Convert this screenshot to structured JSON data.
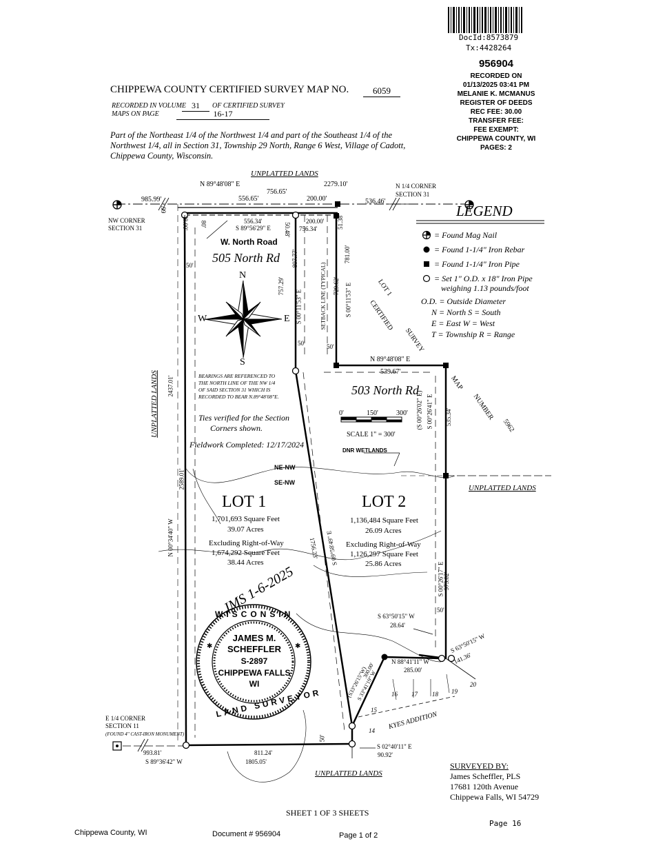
{
  "header": {
    "barcode_doc_id": "DocId:8573879",
    "barcode_tx": "Tx:4428264",
    "recording": {
      "document_number": "956904",
      "recorded_on_label": "RECORDED ON",
      "recorded_datetime": "01/13/2025 03:41 PM",
      "register_name": "MELANIE K. MCMANUS",
      "register_title": "REGISTER OF DEEDS",
      "rec_fee": "REC FEE: 30.00",
      "transfer_fee": "TRANSFER FEE:",
      "fee_exempt": "FEE EXEMPT:",
      "county": "CHIPPEWA COUNTY, WI",
      "pages": "PAGES: 2"
    },
    "title": "CHIPPEWA COUNTY CERTIFIED SURVEY MAP NO.",
    "map_number": "6059",
    "recorded_volume_label": "RECORDED IN VOLUME",
    "volume": "31",
    "of_csm_label": "OF CERTIFIED SURVEY",
    "maps_on_page_label": "MAPS ON PAGE",
    "pages_value": "16-17",
    "description": "Part of the Northeast 1/4 of the Northwest 1/4 and part of the Southeast 1/4 of the Northwest 1/4, all in Section 31, Township 29 North, Range 6 West, Village of Cadott, Chippewa County, Wisconsin."
  },
  "map": {
    "unplatted_top": "UNPLATTED LANDS",
    "unplatted_left": "UNPLATTED LANDS",
    "unplatted_right": "UNPLATTED LANDS",
    "unplatted_bottom": "UNPLATTED LANDS",
    "top_bearing": "N 89°48'08\" E",
    "top_total": "2279.10'",
    "top_756": "756.65'",
    "top_985": "985.99'",
    "top_556": "556.65'",
    "top_200": "200.00'",
    "top_536": "536.46'",
    "n_quarter_corner": "N 1/4 CORNER",
    "section31": "SECTION 31",
    "nw_corner": "NW CORNER",
    "nw_section": "SECTION 31",
    "dim_66": "66'",
    "dim_48": "48.00'",
    "dim_80": "80'",
    "dim_55634": "556.34'",
    "bearing_s895629": "S 89°56'29\" E",
    "dim_20000b": "200.00'",
    "dim_75634": "756.34'",
    "dim_5048": "50.48'",
    "dim_5138": "51.38'",
    "dim_78100": "781.00'",
    "road_name": "W. North Road",
    "handwritten_505": "505 North Rd",
    "handwritten_503": "503 North Rd",
    "dim_80777": "807.77'",
    "dim_75729": "757.29'",
    "bearing_s001153": "S 00°11'53\" E",
    "setback": "SETBACK LINE (TYPICAL)",
    "dim_72962": "729.62'",
    "bearing_s001153b": "S 00°11'53\" E",
    "dim_50a": "50'",
    "dim_50b": "50'",
    "dim_50c": "50'",
    "dim_50d": "50'",
    "dim_50e": "50'",
    "compass_n": "N",
    "compass_s": "S",
    "compass_e": "E",
    "compass_w": "W",
    "lot1_csm": "LOT 1",
    "certified": "CERTIFIED",
    "survey": "SURVEY",
    "map_word": "MAP",
    "number_word": "NUMBER",
    "num_5962": "5962",
    "bearing_n894808": "N 89°48'08\" E",
    "dim_53967": "539.67'",
    "bearing_s002602": "(S 00°26'02\" E)",
    "bearing_s002641": "S 00°26'41\" E",
    "dim_53534": "535.34'",
    "bearings_note": "BEARINGS ARE REFERENCED TO THE NORTH LINE OF THE NW 1/4 OF SAID SECTION 31 WHICH IS RECORDED TO BEAR N.89°48'08\"E.",
    "bearings_lines": [
      "BEARINGS ARE REFERENCED TO",
      "THE NORTH LINE OF THE NW 1/4",
      "OF SAID SECTION 31 WHICH IS",
      "RECORDED TO BEAR N.89°48'08\"E."
    ],
    "ties_note_1": "Ties verified for the Section",
    "ties_note_2": "Corners shown.",
    "fieldwork": "Fieldwork Completed: 12/17/2024",
    "scale_0": "0'",
    "scale_150": "150'",
    "scale_300": "300'",
    "scale_label": "SCALE 1\" = 300'",
    "dnr": "DNR WETLANDS",
    "ne_nw": "NE-NW",
    "se_nw": "SE-NW",
    "dim_243701": "2437.01'",
    "dim_258901": "2589.01'",
    "bearing_n003440": "N 00°34'40\" W",
    "lot1_label": "LOT 1",
    "lot1_sqft": "1,701,693 Square Feet",
    "lot1_acres": "39.07 Acres",
    "lot1_excl": "Excluding Right-of-Way",
    "lot1_excl_sqft": "1,674,292 Square Feet",
    "lot1_excl_acres": "38.44 Acres",
    "lot2_label": "LOT 2",
    "lot2_sqft": "1,136,484 Square Feet",
    "lot2_acres": "26.09 Acres",
    "lot2_excl": "Excluding Right-of-Way",
    "lot2_excl_sqft": "1,126,297 Square Feet",
    "lot2_excl_acres": "25.86 Acres",
    "dim_175623": "1756.23'",
    "bearing_s0958": "S 09°58'49\" E",
    "bearing_s002617": "S 00°26'17\" E",
    "dim_97302": "973.02'",
    "bearing_s635015": "S 63°50'15\" W",
    "dim_2864": "28.64'",
    "bearing_s635015b": "S 63°50'15\" W",
    "dim_14136": "141.36'",
    "bearing_n884111": "N 88°41'11\" W",
    "dim_28500": "285.00'",
    "bearing_s334119": "S 33°41'19\" W",
    "dim_30000": "300.00'",
    "bearing_s332615": "(S33°26'15\"W)",
    "kyes": "KYES ADDITION",
    "lots_numbers": [
      "14",
      "15",
      "16",
      "17",
      "18",
      "19",
      "20"
    ],
    "bearing_s024011": "S 02°40'11\" E",
    "dim_9092": "90.92'",
    "e_quarter_corner": "E 1/4 CORNER",
    "section11": "SECTION 11",
    "found_monument": "(FOUND 4\" CAST-IRON MONUMENT)",
    "dim_99381": "993.81'",
    "bearing_s893642": "S 89°36'42\" W",
    "dim_81124": "811.24'",
    "dim_180505": "1805.05'",
    "signature": "JMS 1-6-2025",
    "seal": {
      "state": "WISCONSIN",
      "name1": "JAMES M.",
      "name2": "SCHEFFLER",
      "number": "S-2897",
      "city1": "CHIPPEWA FALLS",
      "city2": "WI",
      "role": "LAND SURVEYOR"
    }
  },
  "legend": {
    "title": "LEGEND",
    "items": [
      {
        "symbol": "mag-nail",
        "text": "= Found Mag Nail"
      },
      {
        "symbol": "rebar",
        "text": "= Found 1-1/4\" Iron Rebar"
      },
      {
        "symbol": "pipe",
        "text": "= Found 1-1/4\" Iron Pipe"
      },
      {
        "symbol": "set-pipe",
        "text": "= Set 1\" O.D. x 18\" Iron Pipe"
      },
      {
        "symbol": "",
        "text": "weighing 1.13 pounds/foot"
      }
    ],
    "abbr": [
      "O.D. = Outside Diameter",
      "N = North   S = South",
      "E = East   W = West",
      "T = Township   R = Range"
    ]
  },
  "surveyor": {
    "heading": "SURVEYED BY:",
    "name": "James Scheffler, PLS",
    "address": "17681 120th Avenue",
    "city": "Chippewa Falls, WI 54729"
  },
  "footer": {
    "sheet": "SHEET 1 OF 3 SHEETS",
    "page_stamp": "Page 16",
    "county": "Chippewa County, WI",
    "document": "Document # 956904",
    "page_of": "Page 1 of 2"
  }
}
